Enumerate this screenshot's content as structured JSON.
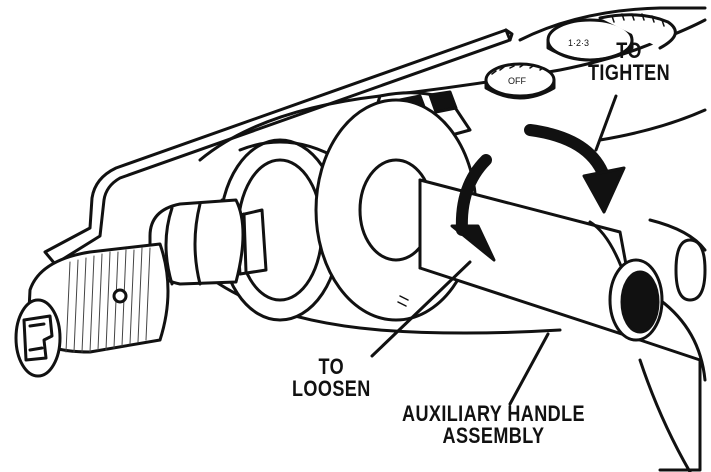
{
  "callouts": {
    "tighten": {
      "line1": "TO",
      "line2": "TIGHTEN"
    },
    "loosen": {
      "line1": "TO",
      "line2": "LOOSEN"
    },
    "auxiliary": {
      "line1": "AUXILIARY HANDLE",
      "line2": "ASSEMBLY"
    }
  },
  "dial_text": {
    "upper": "1·2·3",
    "lower": "OFF"
  },
  "colors": {
    "ink": "#111111",
    "paper": "#ffffff"
  }
}
